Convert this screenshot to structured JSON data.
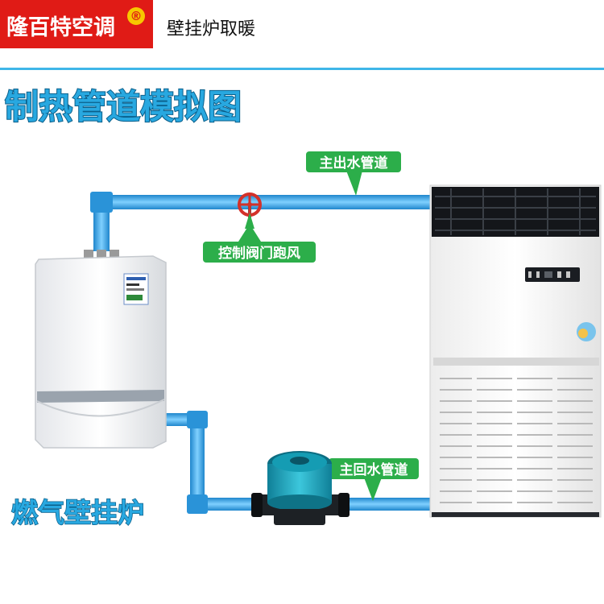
{
  "header": {
    "logo_text": "隆百特空调",
    "logo_mark": "®",
    "title": "壁挂炉取暖"
  },
  "diagram": {
    "title": "制热管道模拟图",
    "labels": {
      "main_outlet": "主出水管道",
      "valve": "控制阀门跑风",
      "main_return": "主回水管道",
      "boiler": "燃气壁挂炉"
    }
  },
  "colors": {
    "brand_red": "#e01b16",
    "divider": "#3fb6e8",
    "pipe": "#2f9fe0",
    "label_green": "#2cae4a",
    "title_blue": "#28a8e0"
  },
  "icons": [
    "valve-wheel-icon",
    "circulation-pump-icon",
    "gas-boiler-icon",
    "air-handler-unit-icon"
  ]
}
